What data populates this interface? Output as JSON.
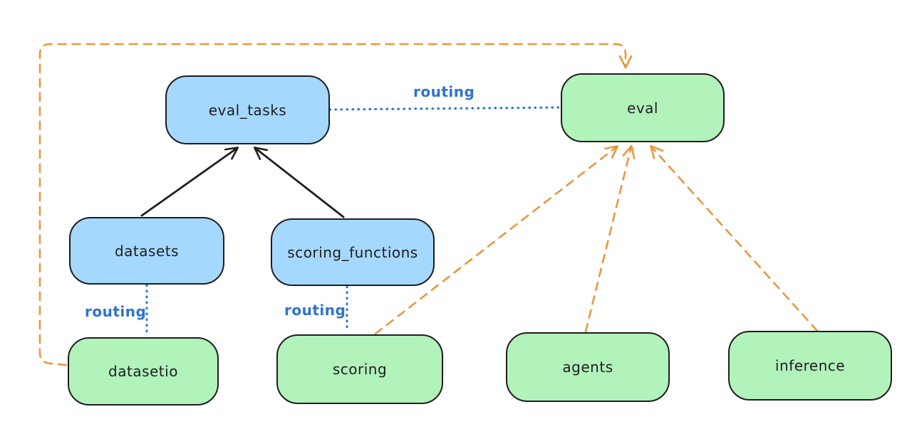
{
  "diagram": {
    "nodes": [
      {
        "id": "eval_tasks",
        "label": "eval_tasks",
        "color": "blue"
      },
      {
        "id": "eval",
        "label": "eval",
        "color": "green"
      },
      {
        "id": "datasets",
        "label": "datasets",
        "color": "blue"
      },
      {
        "id": "scoring_functions",
        "label": "scoring_functions",
        "color": "blue"
      },
      {
        "id": "datasetio",
        "label": "datasetio",
        "color": "green"
      },
      {
        "id": "scoring",
        "label": "scoring",
        "color": "green"
      },
      {
        "id": "agents",
        "label": "agents",
        "color": "green"
      },
      {
        "id": "inference",
        "label": "inference",
        "color": "green"
      }
    ],
    "edge_labels": [
      {
        "id": "routing-eval_tasks-eval",
        "text": "routing"
      },
      {
        "id": "routing-datasets-datasetio",
        "text": "routing"
      },
      {
        "id": "routing-scoring_functions-scoring",
        "text": "routing"
      }
    ],
    "edges": [
      {
        "from": "datasets",
        "to": "eval_tasks",
        "style": "solid-black-arrow"
      },
      {
        "from": "scoring_functions",
        "to": "eval_tasks",
        "style": "solid-black-arrow"
      },
      {
        "from": "eval_tasks",
        "to": "eval",
        "style": "dotted-blue",
        "label": "routing"
      },
      {
        "from": "datasets",
        "to": "datasetio",
        "style": "dotted-blue",
        "label": "routing"
      },
      {
        "from": "scoring_functions",
        "to": "scoring",
        "style": "dotted-blue",
        "label": "routing"
      },
      {
        "from": "datasetio",
        "to": "eval",
        "style": "dashed-orange-arrow"
      },
      {
        "from": "scoring",
        "to": "eval",
        "style": "dashed-orange-arrow"
      },
      {
        "from": "agents",
        "to": "eval",
        "style": "dashed-orange-arrow"
      },
      {
        "from": "inference",
        "to": "eval",
        "style": "dashed-orange-arrow"
      }
    ],
    "colors": {
      "node_stroke": "#1e1e1e",
      "blue_fill": "#a5d8ff",
      "green_fill": "#b2f2bb",
      "orange_arrow": "#e8973d",
      "routing_blue": "#2e74cc",
      "background": "#ffffff"
    }
  }
}
